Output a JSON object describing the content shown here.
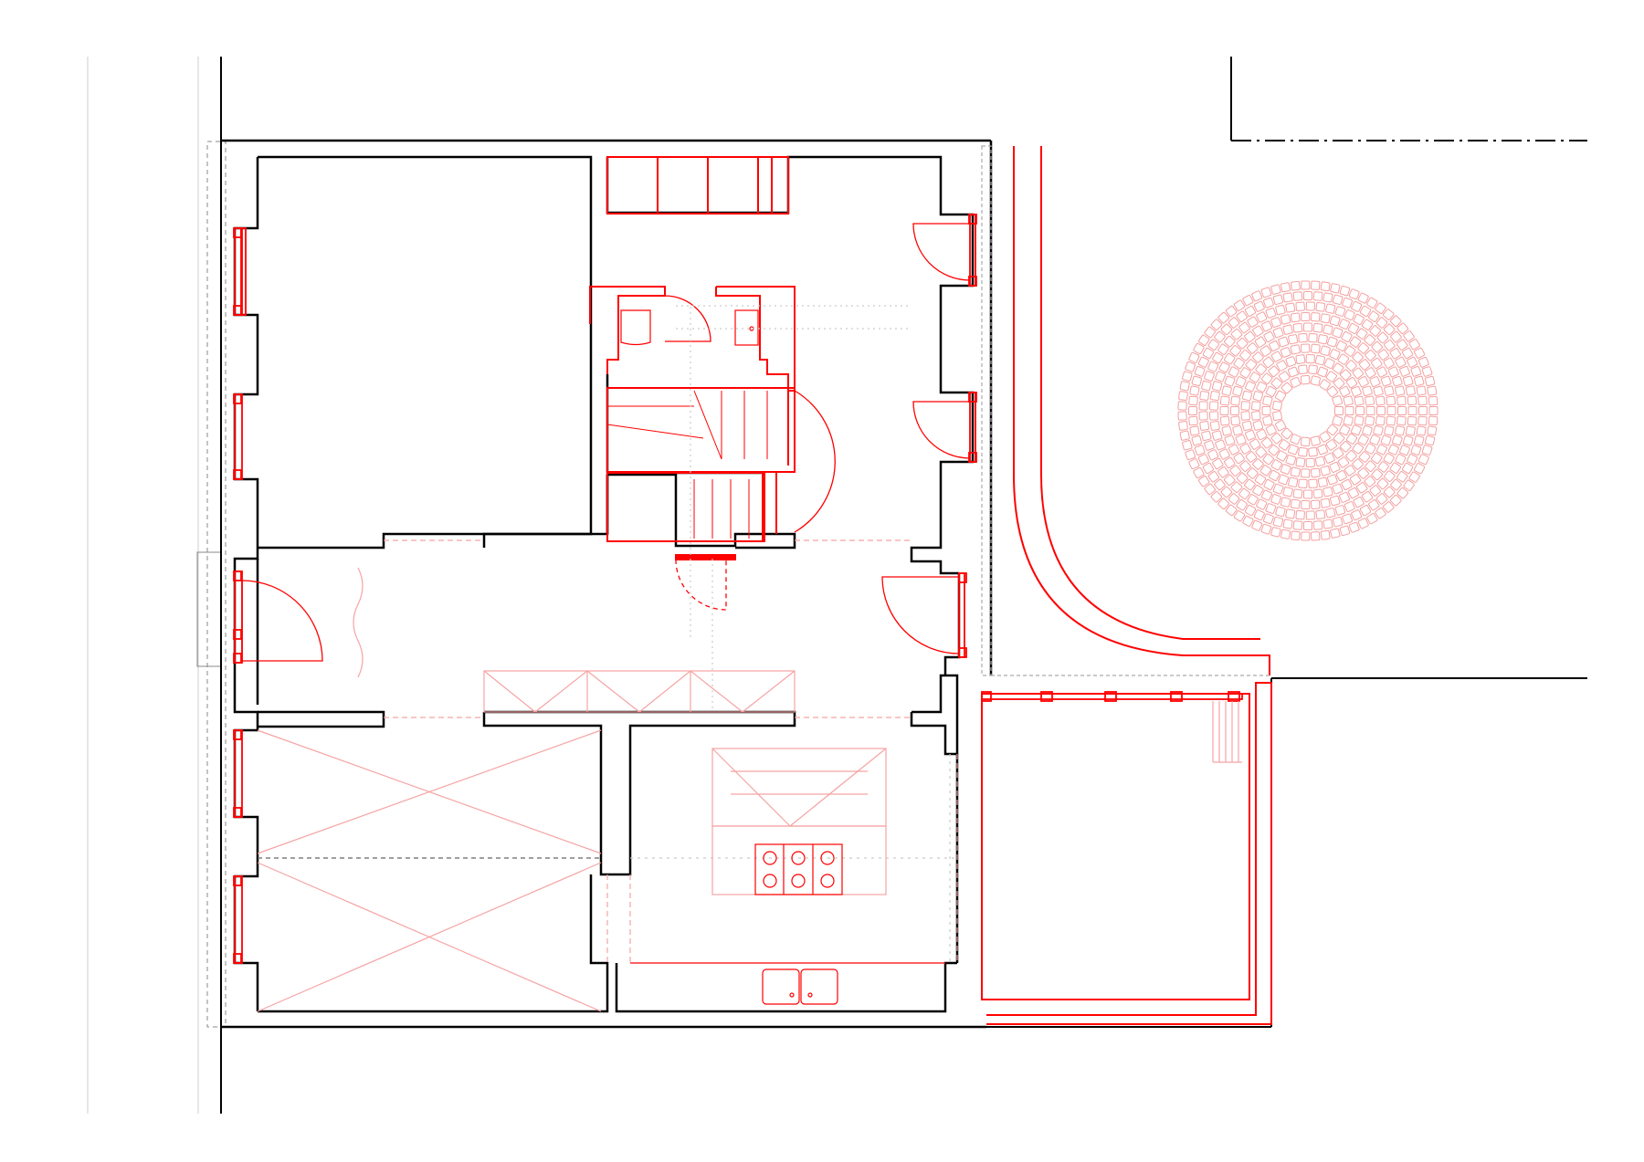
{
  "diagram": {
    "kind": "architectural-floor-plan",
    "text_labels": [],
    "colors": {
      "background": "#ffffff",
      "existing_walls": "#000000",
      "new_work": "#ff0000",
      "light_new_work": "#f6a3a3",
      "guide_lines": "#cccccc",
      "hidden_lines": "#666666"
    },
    "elements": {
      "walls": "existing-masonry-walls",
      "windows": "window-openings",
      "doors": "door-swings",
      "stair": "staircase",
      "wc": "toilet",
      "kitchen_island": "kitchen-island-with-hob",
      "sink": "double-sink",
      "patio": "circular-paving-pattern",
      "extension": "rear-extension"
    }
  }
}
